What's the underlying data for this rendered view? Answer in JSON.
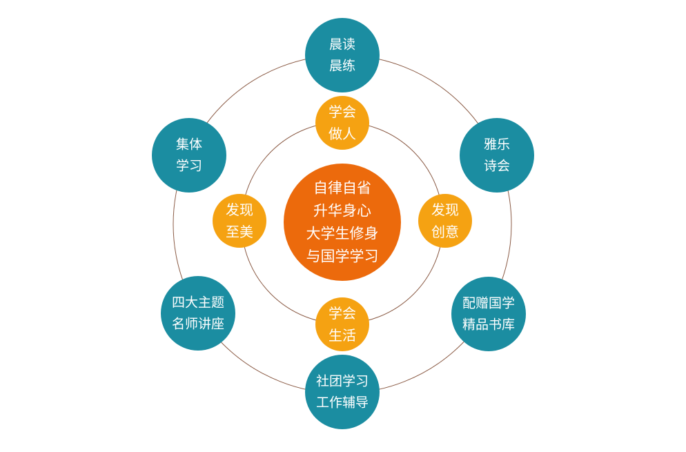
{
  "colors": {
    "ring": "#8a5a44",
    "center": "#ec6a0c",
    "inner": "#f5a212",
    "outer": "#1b8da1",
    "text": "#ffffff"
  },
  "center": {
    "lines": [
      "自律自省",
      "升华身心",
      "大学生修身",
      "与国学学习"
    ]
  },
  "inner_nodes": [
    {
      "id": "learn-conduct",
      "lines": [
        "学会",
        "做人"
      ]
    },
    {
      "id": "discover-creativity",
      "lines": [
        "发现",
        "创意"
      ]
    },
    {
      "id": "learn-living",
      "lines": [
        "学会",
        "生活"
      ]
    },
    {
      "id": "discover-beauty",
      "lines": [
        "发现",
        "至美"
      ]
    }
  ],
  "outer_nodes": [
    {
      "id": "morning-reading",
      "lines": [
        "晨读",
        "晨练"
      ]
    },
    {
      "id": "elegant-music-poetry",
      "lines": [
        "雅乐",
        "诗会"
      ]
    },
    {
      "id": "guoxue-book-library",
      "lines": [
        "配赠国学",
        "精品书库"
      ]
    },
    {
      "id": "club-study-guidance",
      "lines": [
        "社团学习",
        "工作辅导"
      ]
    },
    {
      "id": "theme-lectures",
      "lines": [
        "四大主题",
        "名师讲座"
      ]
    },
    {
      "id": "group-study",
      "lines": [
        "集体",
        "学习"
      ]
    }
  ]
}
